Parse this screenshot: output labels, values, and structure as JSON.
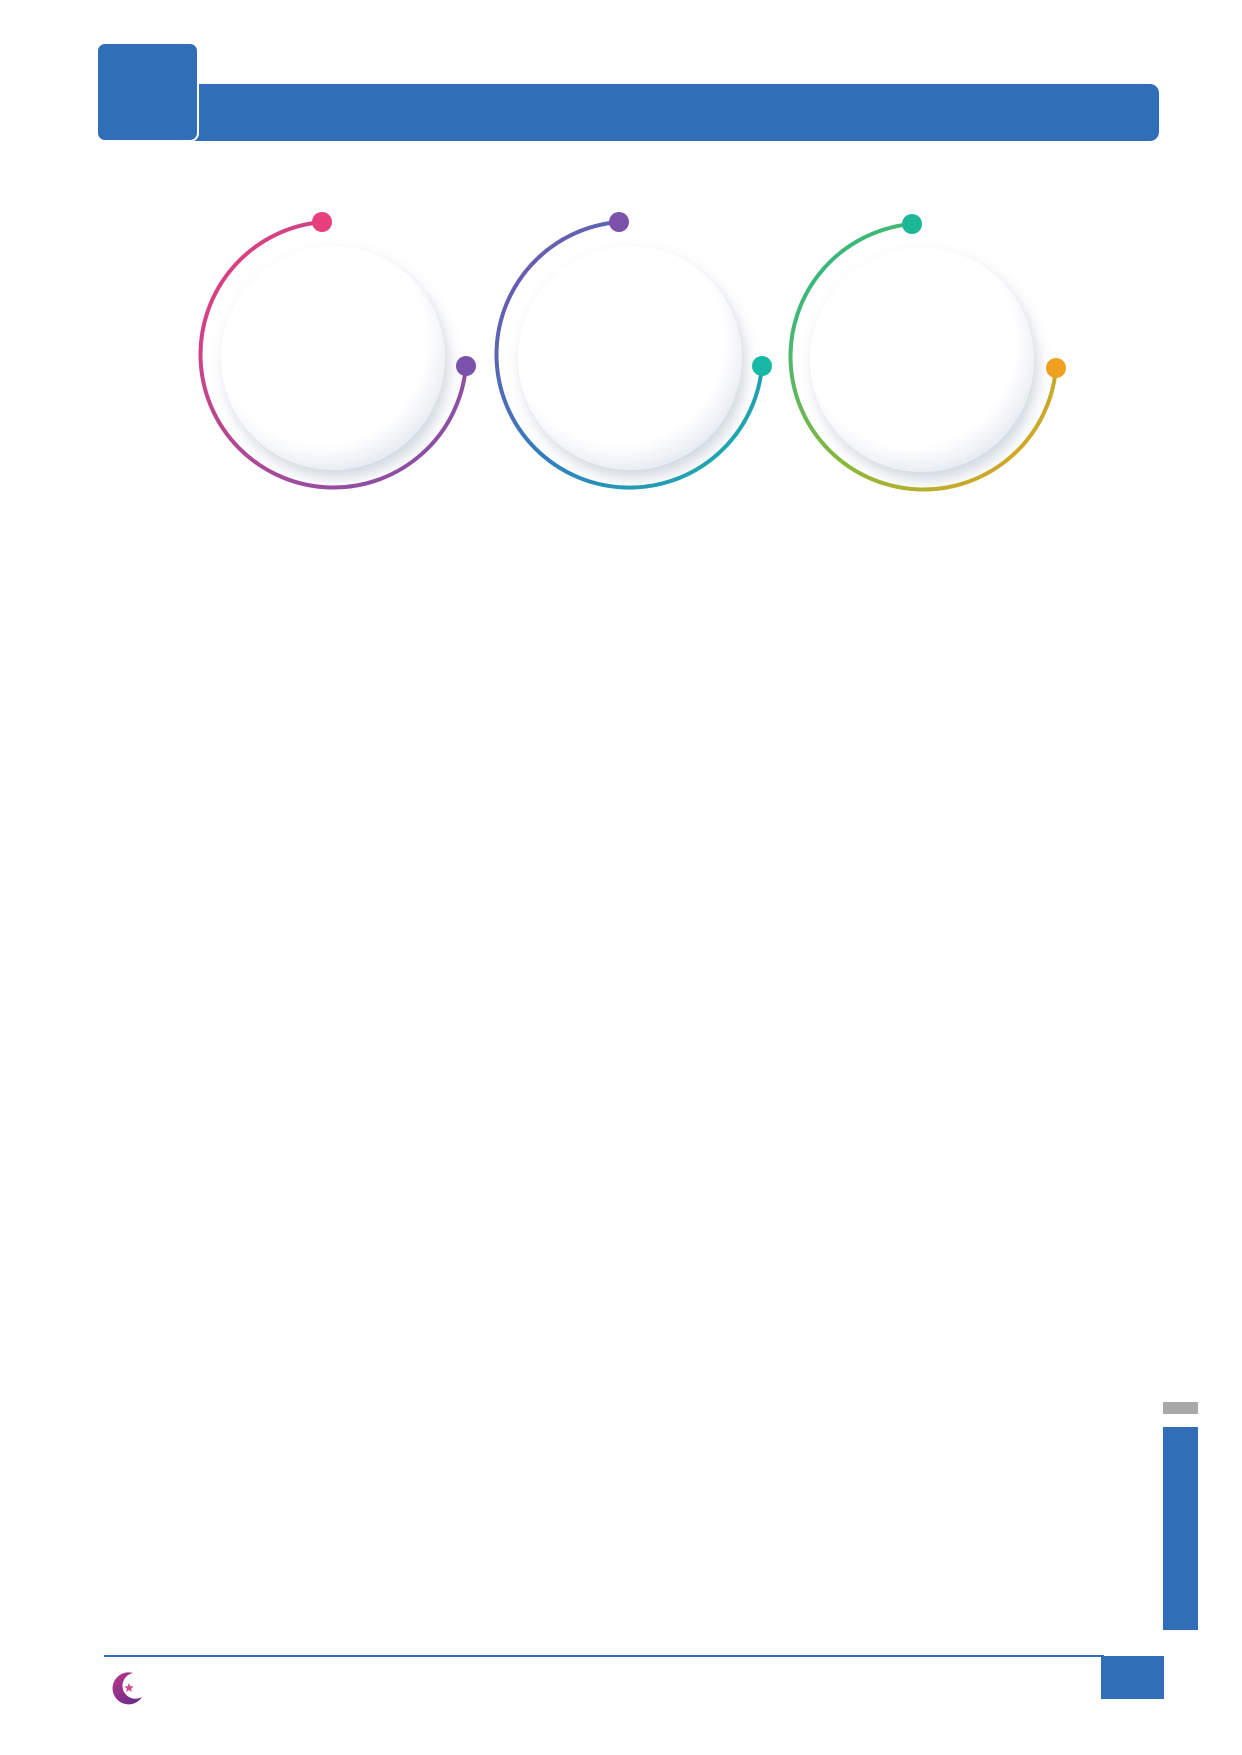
{
  "header": {
    "accent_color": "#306fb8"
  },
  "infographic": {
    "circles": [
      {
        "id": "circle-1",
        "start_color": "#e83e7d",
        "end_color": "#7b52ab",
        "dot_top_color": "#e83e7d",
        "dot_side_color": "#7b52ab"
      },
      {
        "id": "circle-2",
        "start_color": "#7b52ab",
        "end_color": "#17b8a6",
        "dot_top_color": "#7b52ab",
        "dot_side_color": "#17b8a6"
      },
      {
        "id": "circle-3",
        "start_color": "#1cb895",
        "end_color": "#f0a020",
        "dot_top_color": "#1cb895",
        "dot_side_color": "#f0a020"
      }
    ]
  },
  "side_tab": {
    "gray_color": "#a8a8a8",
    "blue_color": "#306fb8"
  },
  "footer": {
    "logo_icon": "crescent-star-logo"
  }
}
